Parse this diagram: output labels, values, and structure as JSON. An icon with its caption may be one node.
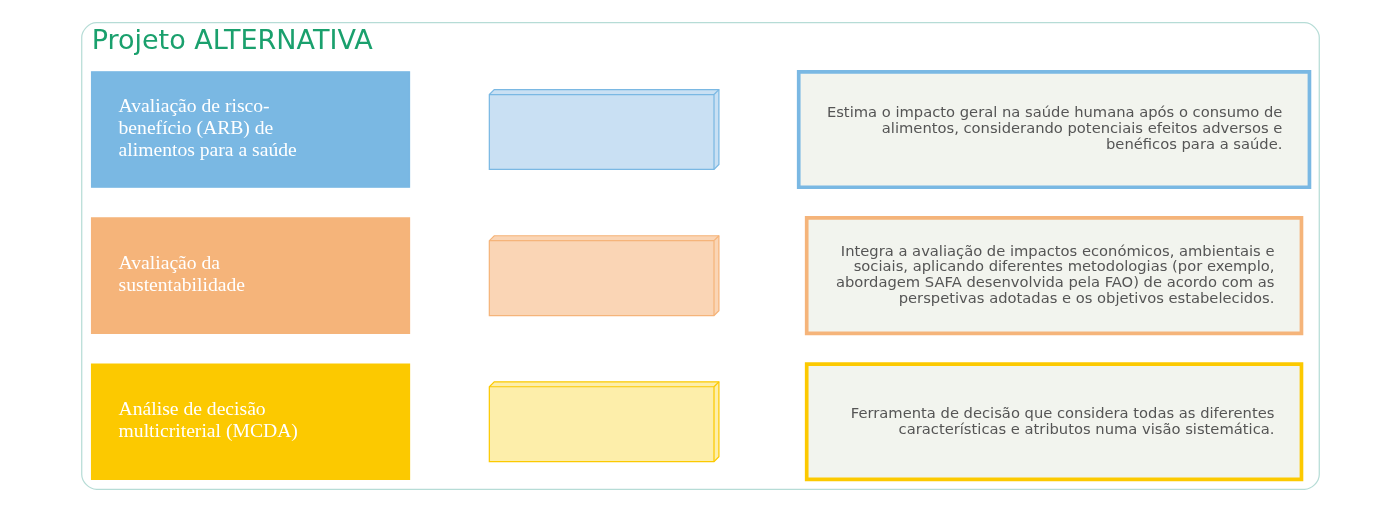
{
  "diagram": {
    "nodes": [
      {
        "text": [
          "Projeto ALTERNATIVA"
        ]
      },
      {
        "text": [
          "Avaliação de risco-benefício (ARB) de alimentos para a saúde"
        ],
        "in": 0
      },
      {
        "text": [],
        "shape": "box",
        "in": 0
      },
      {
        "text": [
          "Estima o impacto geral na saúde humana após o consumo de alimentos, considerando potenciais efeitos adversos e benéficos para a saúde."
        ],
        "in": 0
      },
      {
        "text": [
          "Avaliação da sustentabilidade"
        ],
        "in": 0
      },
      {
        "text": [],
        "shape": "box",
        "in": 0
      },
      {
        "text": [
          "Integra a avaliação de impactos económicos, ambientais e sociais, aplicando diferentes metodologias (por exemplo, abordagem SAFA desenvolvida pela FAO) de acordo com as perspetivas adotadas e os objetivos estabelecidos."
        ],
        "in": 0
      },
      {
        "text": [
          "Análise de decisão multicriterial (MCDA)"
        ],
        "in": 0
      },
      {
        "text": [],
        "shape": "box",
        "in": 0
      },
      {
        "text": [
          "Ferramenta de decisão que considera todas as diferentes características e atributos numa visão sistemática."
        ],
        "in": 0
      }
    ],
    "edges": []
  }
}
